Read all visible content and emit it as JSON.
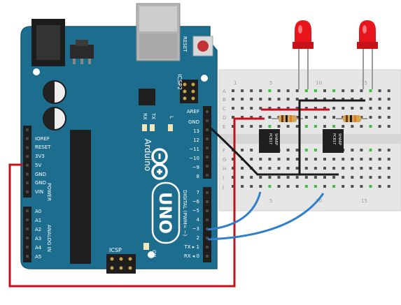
{
  "board": {
    "brand": "Arduino",
    "model": "UNO",
    "reset_label": "RESET",
    "icsp2_label": "ICSP2",
    "icsp_label": "ICSP",
    "tx_label": "TX",
    "rx_label": "RX",
    "l_label": "L",
    "on_label": "ON",
    "digital_label": "DIGITAL (PWM= ~)",
    "power_label": "POWER",
    "analog_label": "ANALOG IN",
    "power_pins": [
      "IOREF",
      "RESET",
      "3V3",
      "5V",
      "GND",
      "GND",
      "VIN"
    ],
    "analog_pins": [
      "A0",
      "A1",
      "A2",
      "A3",
      "A4",
      "A5"
    ],
    "digital_top": [
      "AREF",
      "GND",
      "13",
      "12",
      "~11",
      "~10",
      "~9",
      "8"
    ],
    "digital_bottom": [
      "7",
      "~6",
      "~5",
      "4",
      "~3",
      "2",
      "TX ▸ 1",
      "RX ◂ 0"
    ]
  },
  "breadboard": {
    "row_letters": [
      "A",
      "B",
      "C",
      "D",
      "E",
      "F",
      "G",
      "H",
      "I",
      "J"
    ],
    "column_numbers_top": [
      "1",
      "5",
      "10",
      "15"
    ],
    "column_numbers_bottom": [
      "5",
      "10",
      "15"
    ]
  },
  "components": {
    "chip1_label": "PC817",
    "chip1_brand": "SHARP",
    "chip2_label": "PC817",
    "chip2_brand": "SHARP"
  },
  "colors": {
    "board": "#1d6d8e",
    "breadboard": "#e8e8e8",
    "wire_red": "#c8101c",
    "wire_black": "#1a1a1a",
    "wire_blue": "#2f7fcb",
    "led": "#e8161c"
  }
}
